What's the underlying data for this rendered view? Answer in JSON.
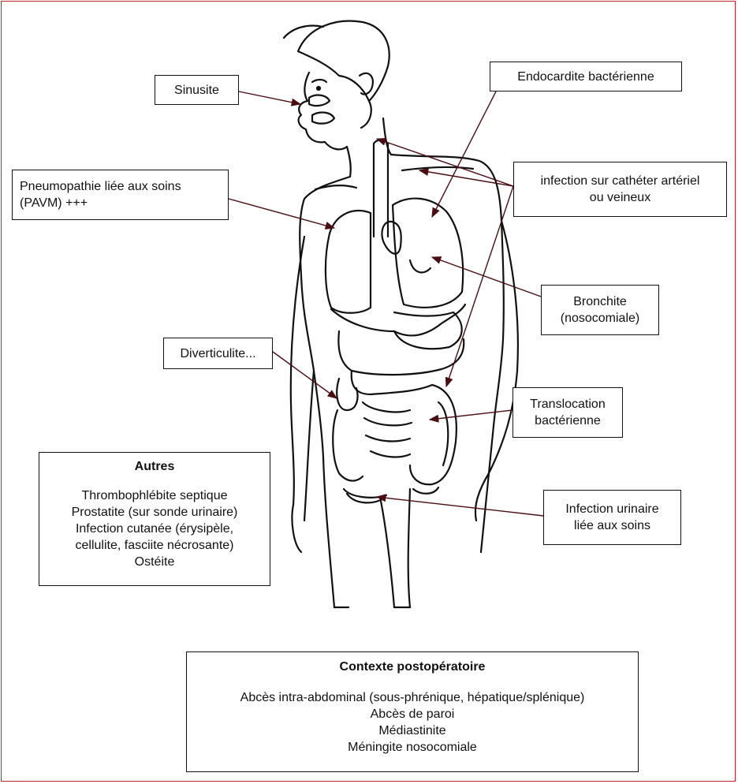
{
  "colors": {
    "frame": "#c8202f",
    "arrow": "#4a0d12",
    "ink": "#111111"
  },
  "labels": {
    "sinusite": "Sinusite",
    "endocardite": "Endocardite bactérienne",
    "pneumopathie": "Pneumopathie liée aux soins\n(PAVM) +++",
    "catheter": "infection sur cathéter artériel\nou veineux",
    "bronchite": "Bronchite\n(nosocomiale)",
    "diverticulite": "Diverticulite...",
    "translocation": "Translocation\nbactérienne",
    "urinaire": "Infection urinaire\nliée aux soins"
  },
  "autres": {
    "title": "Autres",
    "items": [
      "Thrombophlébite septique",
      "Prostatite (sur sonde urinaire)",
      "Infection cutanée (érysipèle,",
      "cellulite, fasciite nécrosante)",
      "Ostéite"
    ]
  },
  "postop": {
    "title": "Contexte postopératoire",
    "items": [
      "Abcès intra-abdominal (sous-phrénique, hépatique/splénique)",
      "Abcès de paroi",
      "Médiastinite",
      "Méningite nosocomiale"
    ]
  }
}
